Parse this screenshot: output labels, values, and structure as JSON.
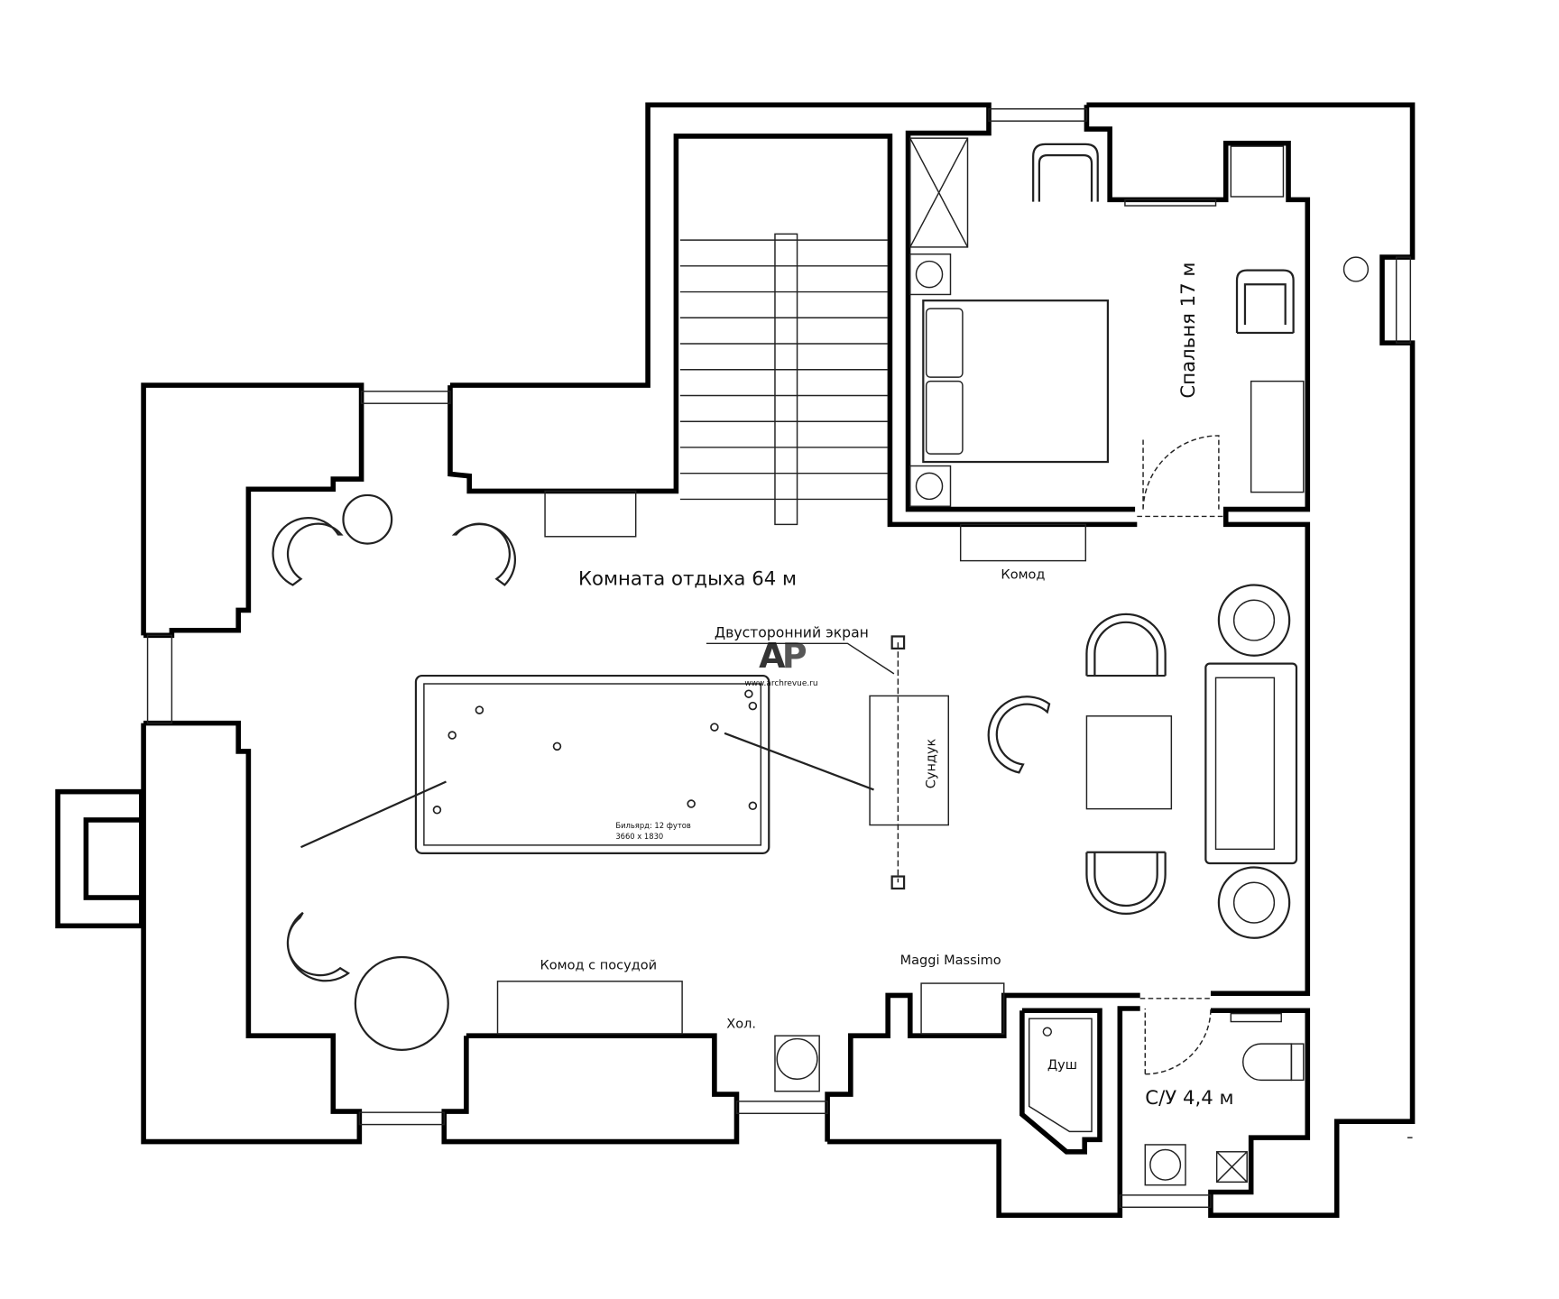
{
  "rooms": {
    "lounge": "Комната отдыха 64 м",
    "bedroom": "Спальня 17 м",
    "bathroom": "С/У 4,4 м"
  },
  "furniture": {
    "dresser": "Комод",
    "screen": "Двусторонний экран",
    "chest": "Сундук",
    "billiard_line1": "Бильярд: 12 футов",
    "billiard_line2": "3660 x 1830",
    "dish_dresser": "Комод с посудой",
    "fridge": "Хол.",
    "maggi": "Maggi Massimo",
    "shower": "Душ"
  },
  "watermark": {
    "logo": "АР",
    "url": "www.archrevue.ru",
    "color": "#a0404a"
  }
}
